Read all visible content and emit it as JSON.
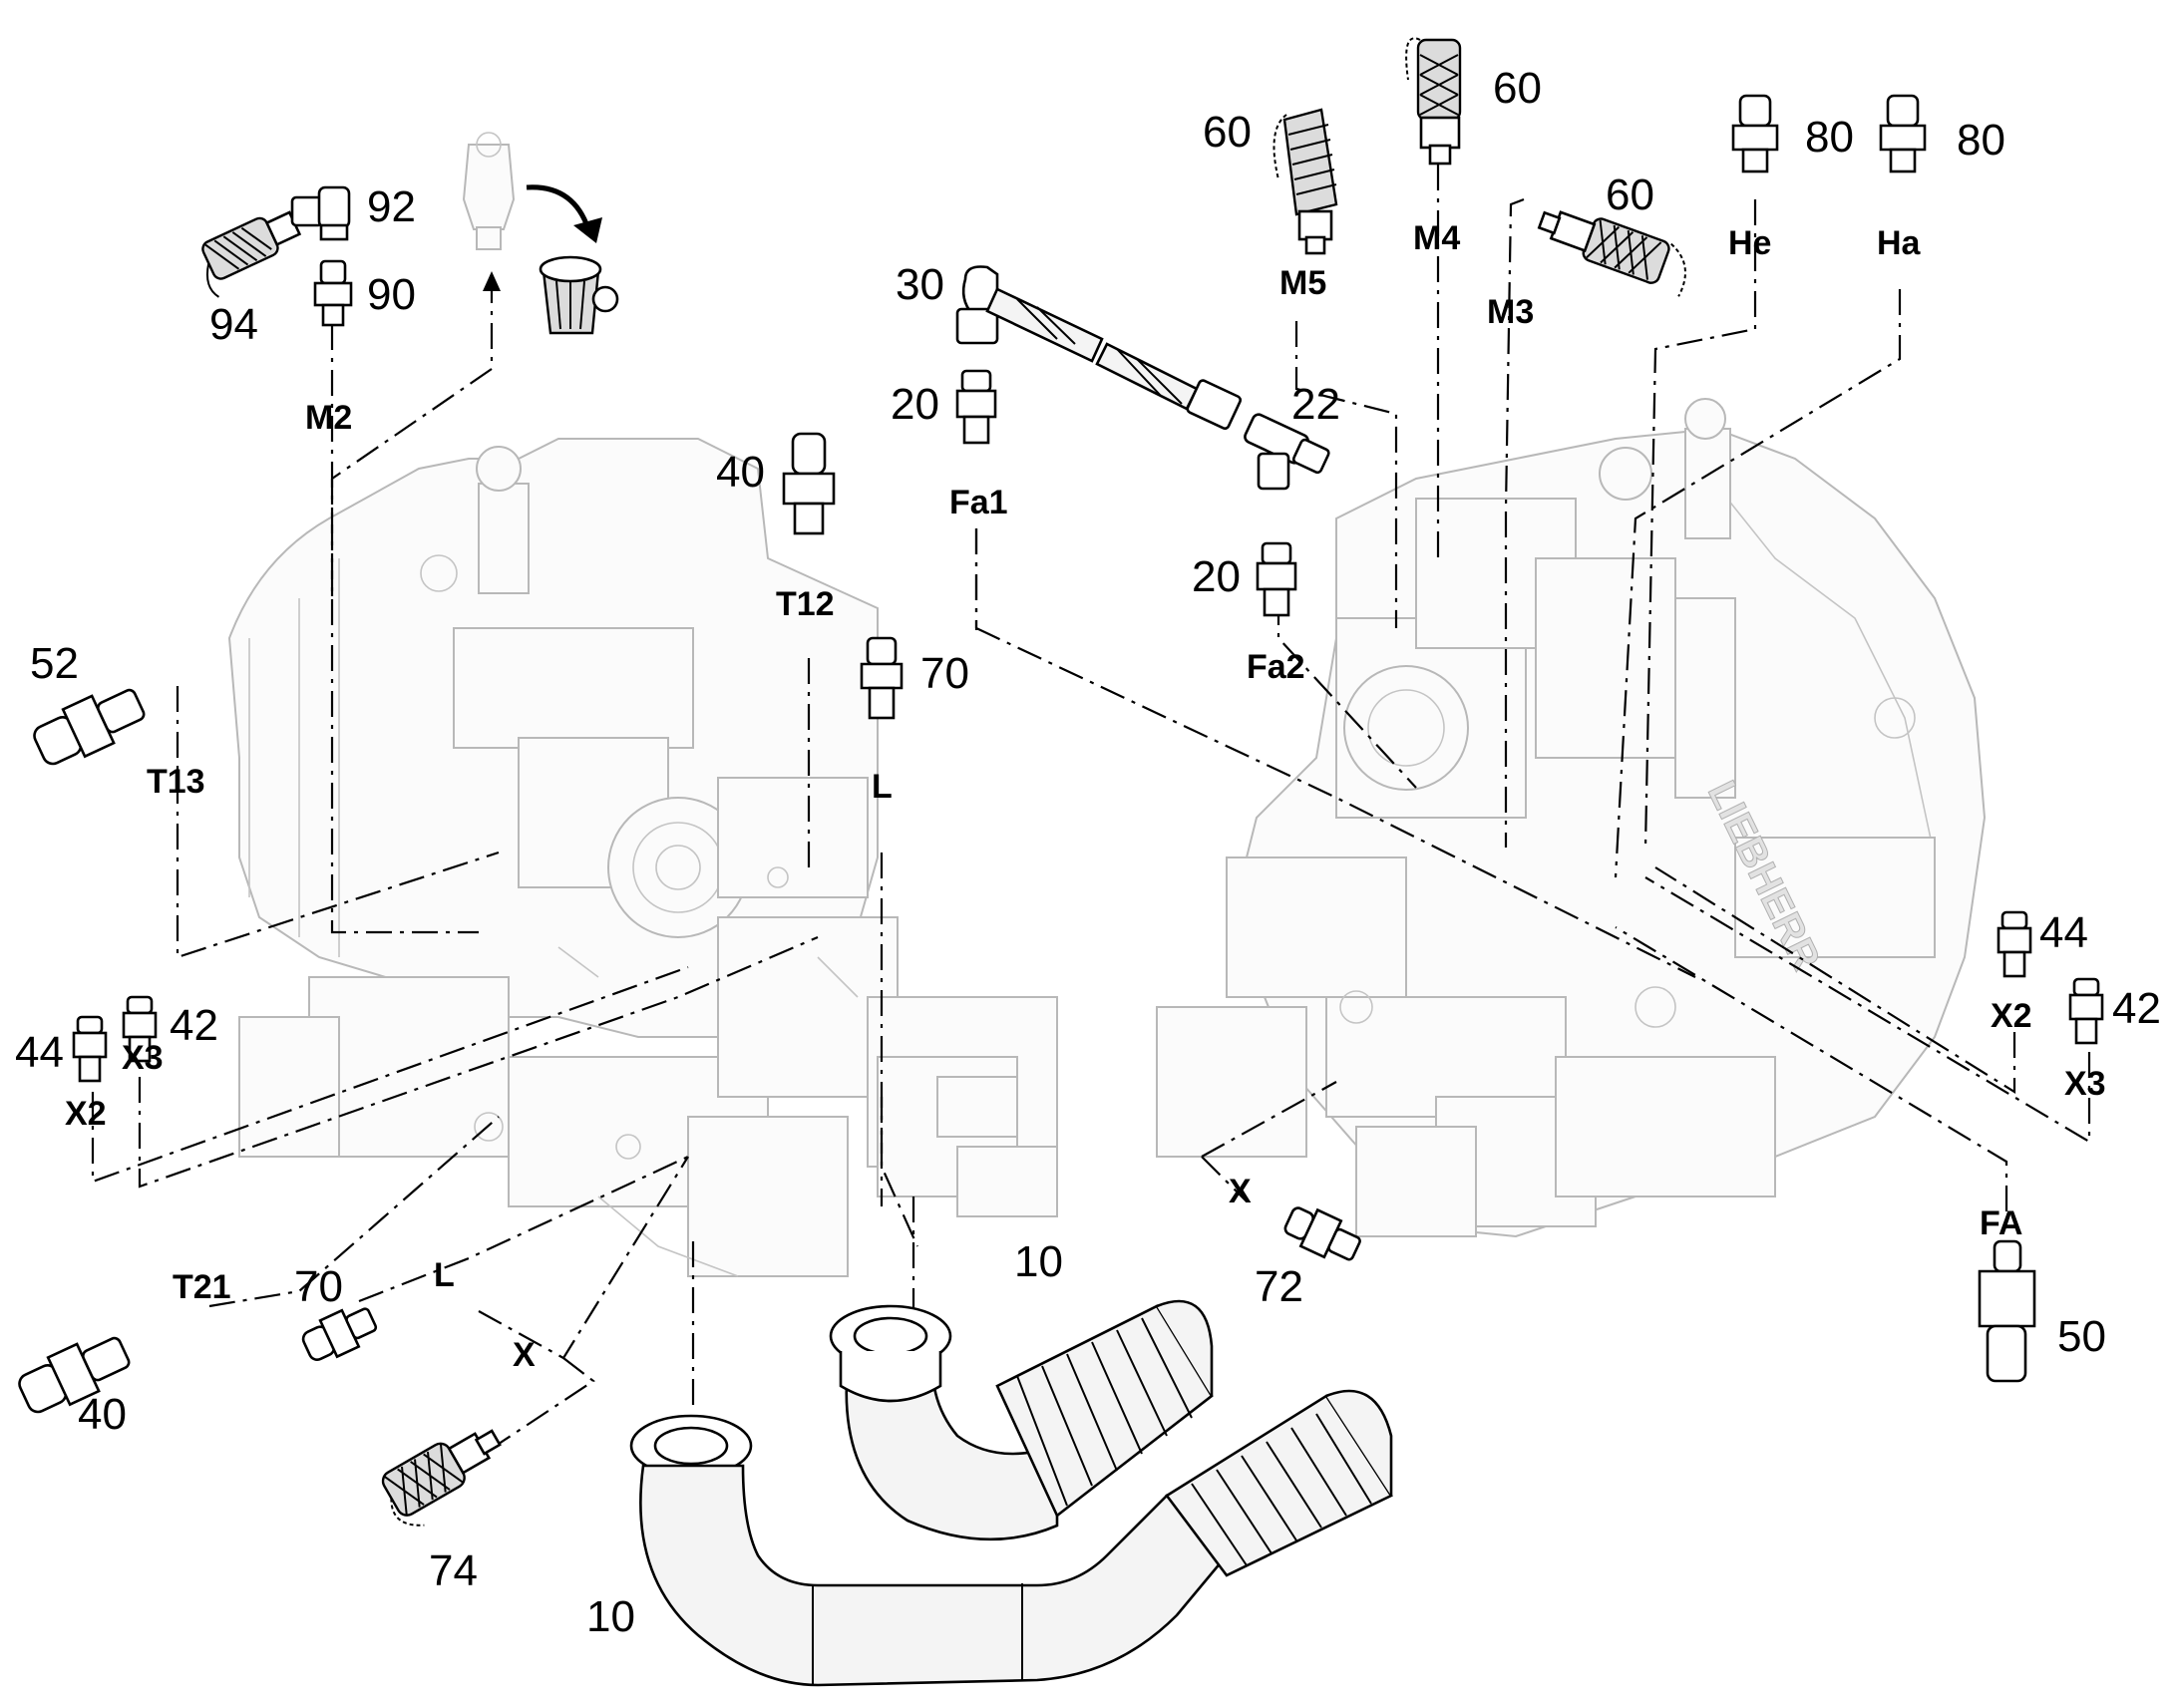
{
  "diagram": {
    "brand_mark": "LIEBHERR",
    "item_numbers": {
      "n92": "92",
      "n90": "90",
      "n94": "94",
      "n60a": "60",
      "n60b": "60",
      "n60c": "60",
      "n80a": "80",
      "n80b": "80",
      "n30": "30",
      "n22": "22",
      "n20a": "20",
      "n20b": "20",
      "n40a": "40",
      "n40b": "40",
      "n70a": "70",
      "n70b": "70",
      "n52": "52",
      "n44a": "44",
      "n42a": "42",
      "n44b": "44",
      "n42b": "42",
      "n10a": "10",
      "n10b": "10",
      "n72": "72",
      "n74": "74",
      "n50": "50"
    },
    "port_labels": {
      "M2": "M2",
      "M5": "M5",
      "M4": "M4",
      "M3": "M3",
      "He": "He",
      "Ha": "Ha",
      "Fa1": "Fa1",
      "Fa2": "Fa2",
      "T12": "T12",
      "T13": "T13",
      "T21": "T21",
      "L_a": "L",
      "L_b": "L",
      "X_a": "X",
      "X_b": "X",
      "X2_a": "X2",
      "X3_a": "X3",
      "X2_b": "X2",
      "X3_b": "X3",
      "FA": "FA"
    }
  }
}
